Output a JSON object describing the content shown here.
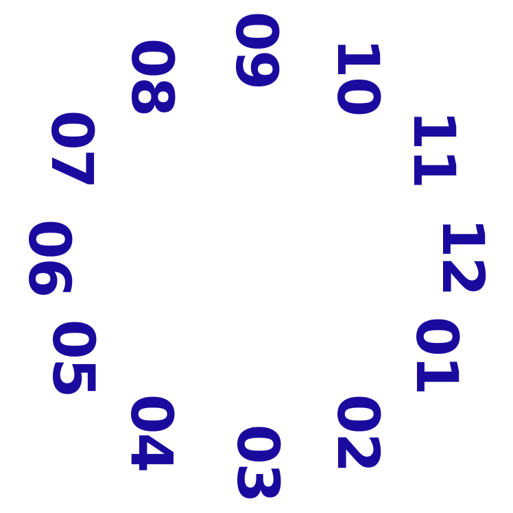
{
  "colors": {
    "background": "#ffffff",
    "text": "#1b0a9e"
  },
  "labels": {
    "l01": "01",
    "l02": "02",
    "l03": "03",
    "l04": "04",
    "l05": "05",
    "l06": "06",
    "l07": "07",
    "l08": "08",
    "l09": "09",
    "l10": "10",
    "l11": "11",
    "l12": "12"
  }
}
